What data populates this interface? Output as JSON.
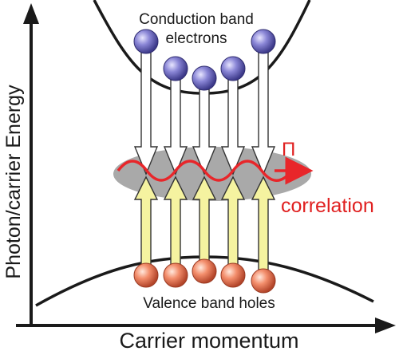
{
  "axes": {
    "y_label": "Photon/carrier Energy",
    "x_label": "Carrier momentum"
  },
  "labels": {
    "conduction": [
      "Conduction band",
      "electrons"
    ],
    "valence": "Valence band holes",
    "photon_symbol": "Π",
    "correlation": "correlation"
  },
  "colors": {
    "electron": "#7c78c8",
    "hole": "#f08a68",
    "down_arrow": "#ffffff",
    "up_arrow": "#f5f3a0",
    "ellipse": "#a8a8a8",
    "wave": "#e8262a",
    "text": "#1a1a1a",
    "accent_text": "#e02020"
  }
}
